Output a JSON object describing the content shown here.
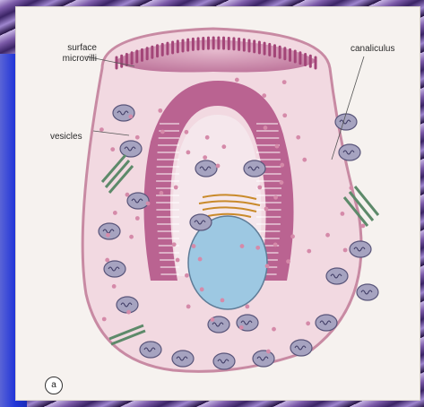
{
  "figure": {
    "labels": {
      "surface_microvilli": "surface\nmicrovilli",
      "canaliculus": "canaliculus",
      "vesicles": "vesicles"
    },
    "panel_letter": "a"
  },
  "colors": {
    "cytoplasm": "#f2d9e1",
    "cell_outline": "#c88aa3",
    "microvilli": "#b04d82",
    "mitochondria": "#9a97b3",
    "nucleus": "#9dc8e2",
    "golgi": "#e7b45a",
    "er_green": "#6f9a7a"
  }
}
